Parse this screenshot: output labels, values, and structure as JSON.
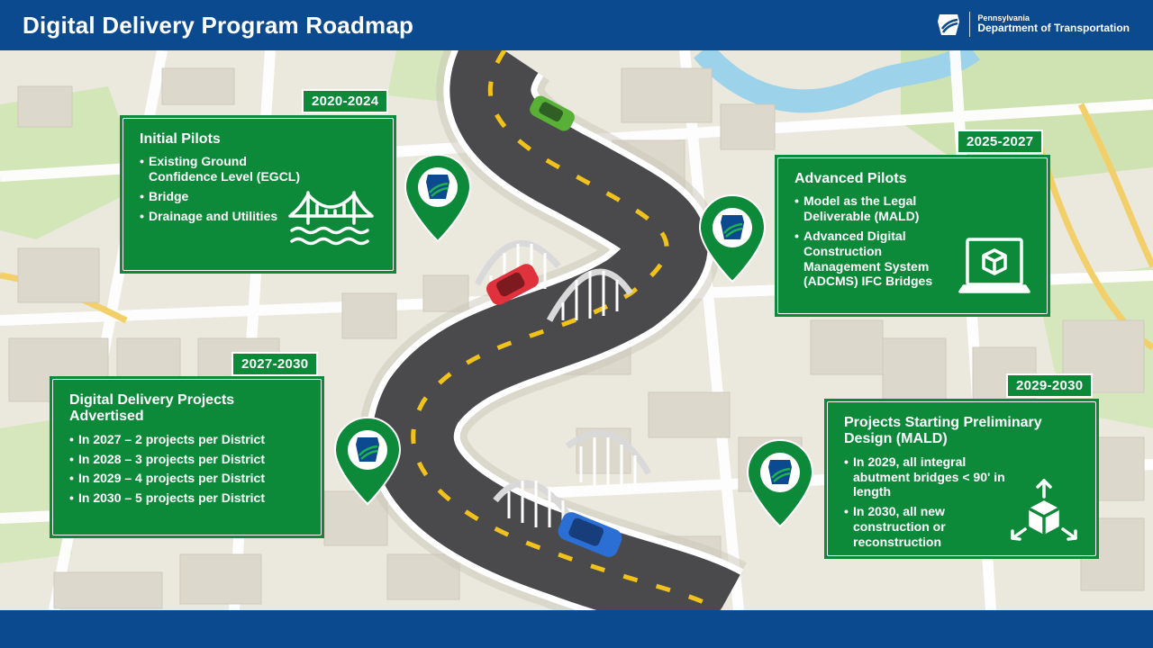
{
  "header": {
    "title": "Digital Delivery Program Roadmap",
    "logo_state": "Pennsylvania",
    "logo_dept": "Department of Transportation"
  },
  "colors": {
    "brand_blue": "#0c4a8f",
    "brand_green": "#0c8a3a"
  },
  "milestones": [
    {
      "period": "2020-2024",
      "title": "Initial Pilots",
      "items": [
        "Existing Ground Confidence Level (EGCL)",
        "Bridge",
        "Drainage and Utilities"
      ],
      "icon": "bridge-icon"
    },
    {
      "period": "2025-2027",
      "title": "Advanced Pilots",
      "items": [
        "Model as the Legal Deliverable (MALD)",
        "Advanced Digital Construction Management System (ADCMS) IFC Bridges"
      ],
      "icon": "laptop-cube-icon"
    },
    {
      "period": "2027-2030",
      "title": "Digital Delivery Projects Advertised",
      "items": [
        "In 2027 – 2 projects per District",
        "In 2028 – 3 projects per District",
        "In 2029 – 4 projects per District",
        "In 2030 – 5 projects per District"
      ],
      "icon": ""
    },
    {
      "period": "2029-2030",
      "title": "Projects Starting Preliminary Design (MALD)",
      "items": [
        "In 2029, all integral abutment bridges < 90' in length",
        "In 2030, all new construction or reconstruction"
      ],
      "icon": "exploding-cube-icon"
    }
  ]
}
